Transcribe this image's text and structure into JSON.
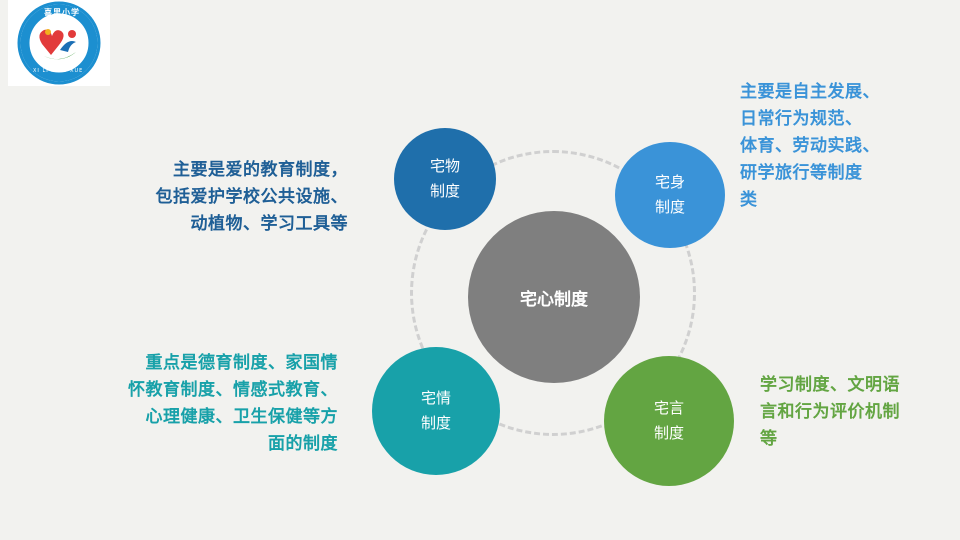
{
  "logo": {
    "school_name": "喜里小学",
    "pinyin": "XI LI XIAO XUE"
  },
  "center": {
    "label": "宅心制度"
  },
  "nodes": [
    {
      "id": "wuzhi",
      "line1": "宅物",
      "line2": "制度",
      "color": "#1f6fab",
      "description": [
        "主要是爱的教育制度，",
        "包括爱护学校公共设施、",
        "动植物、学习工具等"
      ]
    },
    {
      "id": "shen",
      "line1": "宅身",
      "line2": "制度",
      "color": "#3a93d8",
      "description": [
        "主要是自主发展、",
        "日常行为规范、",
        "体育、劳动实践、",
        "研学旅行等制度",
        "类"
      ]
    },
    {
      "id": "qing",
      "line1": "宅情",
      "line2": "制度",
      "color": "#18a1a9",
      "description": [
        "重点是德育制度、家国情",
        "怀教育制度、情感式教育、",
        "心理健康、卫生保健等方",
        "面的制度"
      ]
    },
    {
      "id": "yan",
      "line1": "宅言",
      "line2": "制度",
      "color": "#63a542",
      "description": [
        "学习制度、文明语",
        "言和行为评价机制",
        "等"
      ]
    }
  ]
}
